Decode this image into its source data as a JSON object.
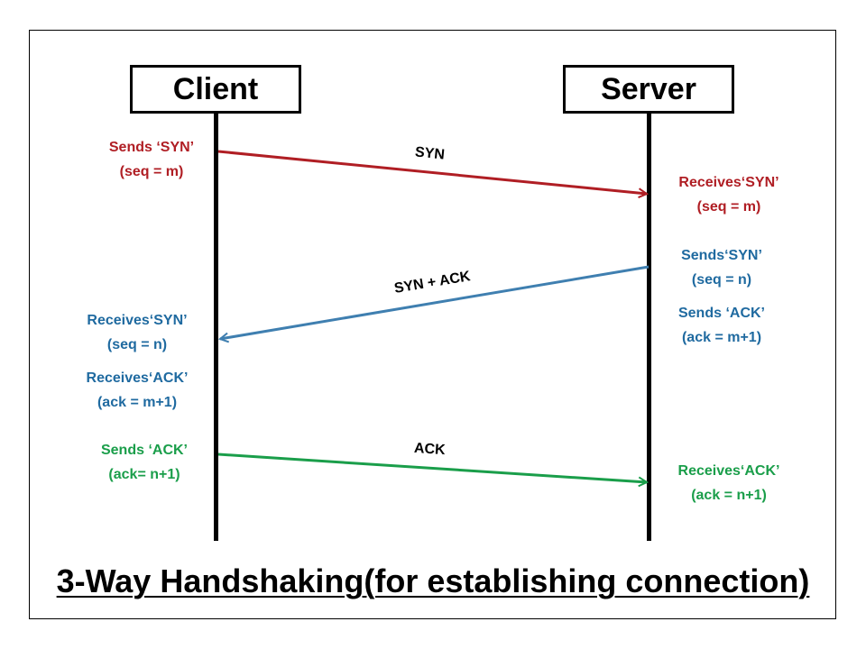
{
  "colors": {
    "syn": "#b01e24",
    "synack": "#3f7fb0",
    "synack_text": "#1f6aa0",
    "ack": "#1a9e4a"
  },
  "actors": {
    "client": "Client",
    "server": "Server"
  },
  "messages": {
    "syn": "SYN",
    "synack": "SYN + ACK",
    "ack": "ACK"
  },
  "notes": {
    "client_sends_syn": [
      "Sends ‘SYN’",
      "(seq = m)"
    ],
    "server_receives_syn": [
      "Receives‘SYN’",
      "(seq = m)"
    ],
    "server_sends_syn": [
      "Sends‘SYN’",
      "(seq = n)"
    ],
    "server_sends_ack": [
      "Sends ‘ACK’",
      "(ack = m+1)"
    ],
    "client_receives_syn": [
      "Receives‘SYN’",
      "(seq = n)"
    ],
    "client_receives_ack": [
      "Receives‘ACK’",
      "(ack = m+1)"
    ],
    "client_sends_ack": [
      "Sends ‘ACK’",
      "(ack= n+1)"
    ],
    "server_receives_ack": [
      "Receives‘ACK’",
      "(ack = n+1)"
    ]
  },
  "title": "3-Way Handshaking(for establishing connection)"
}
